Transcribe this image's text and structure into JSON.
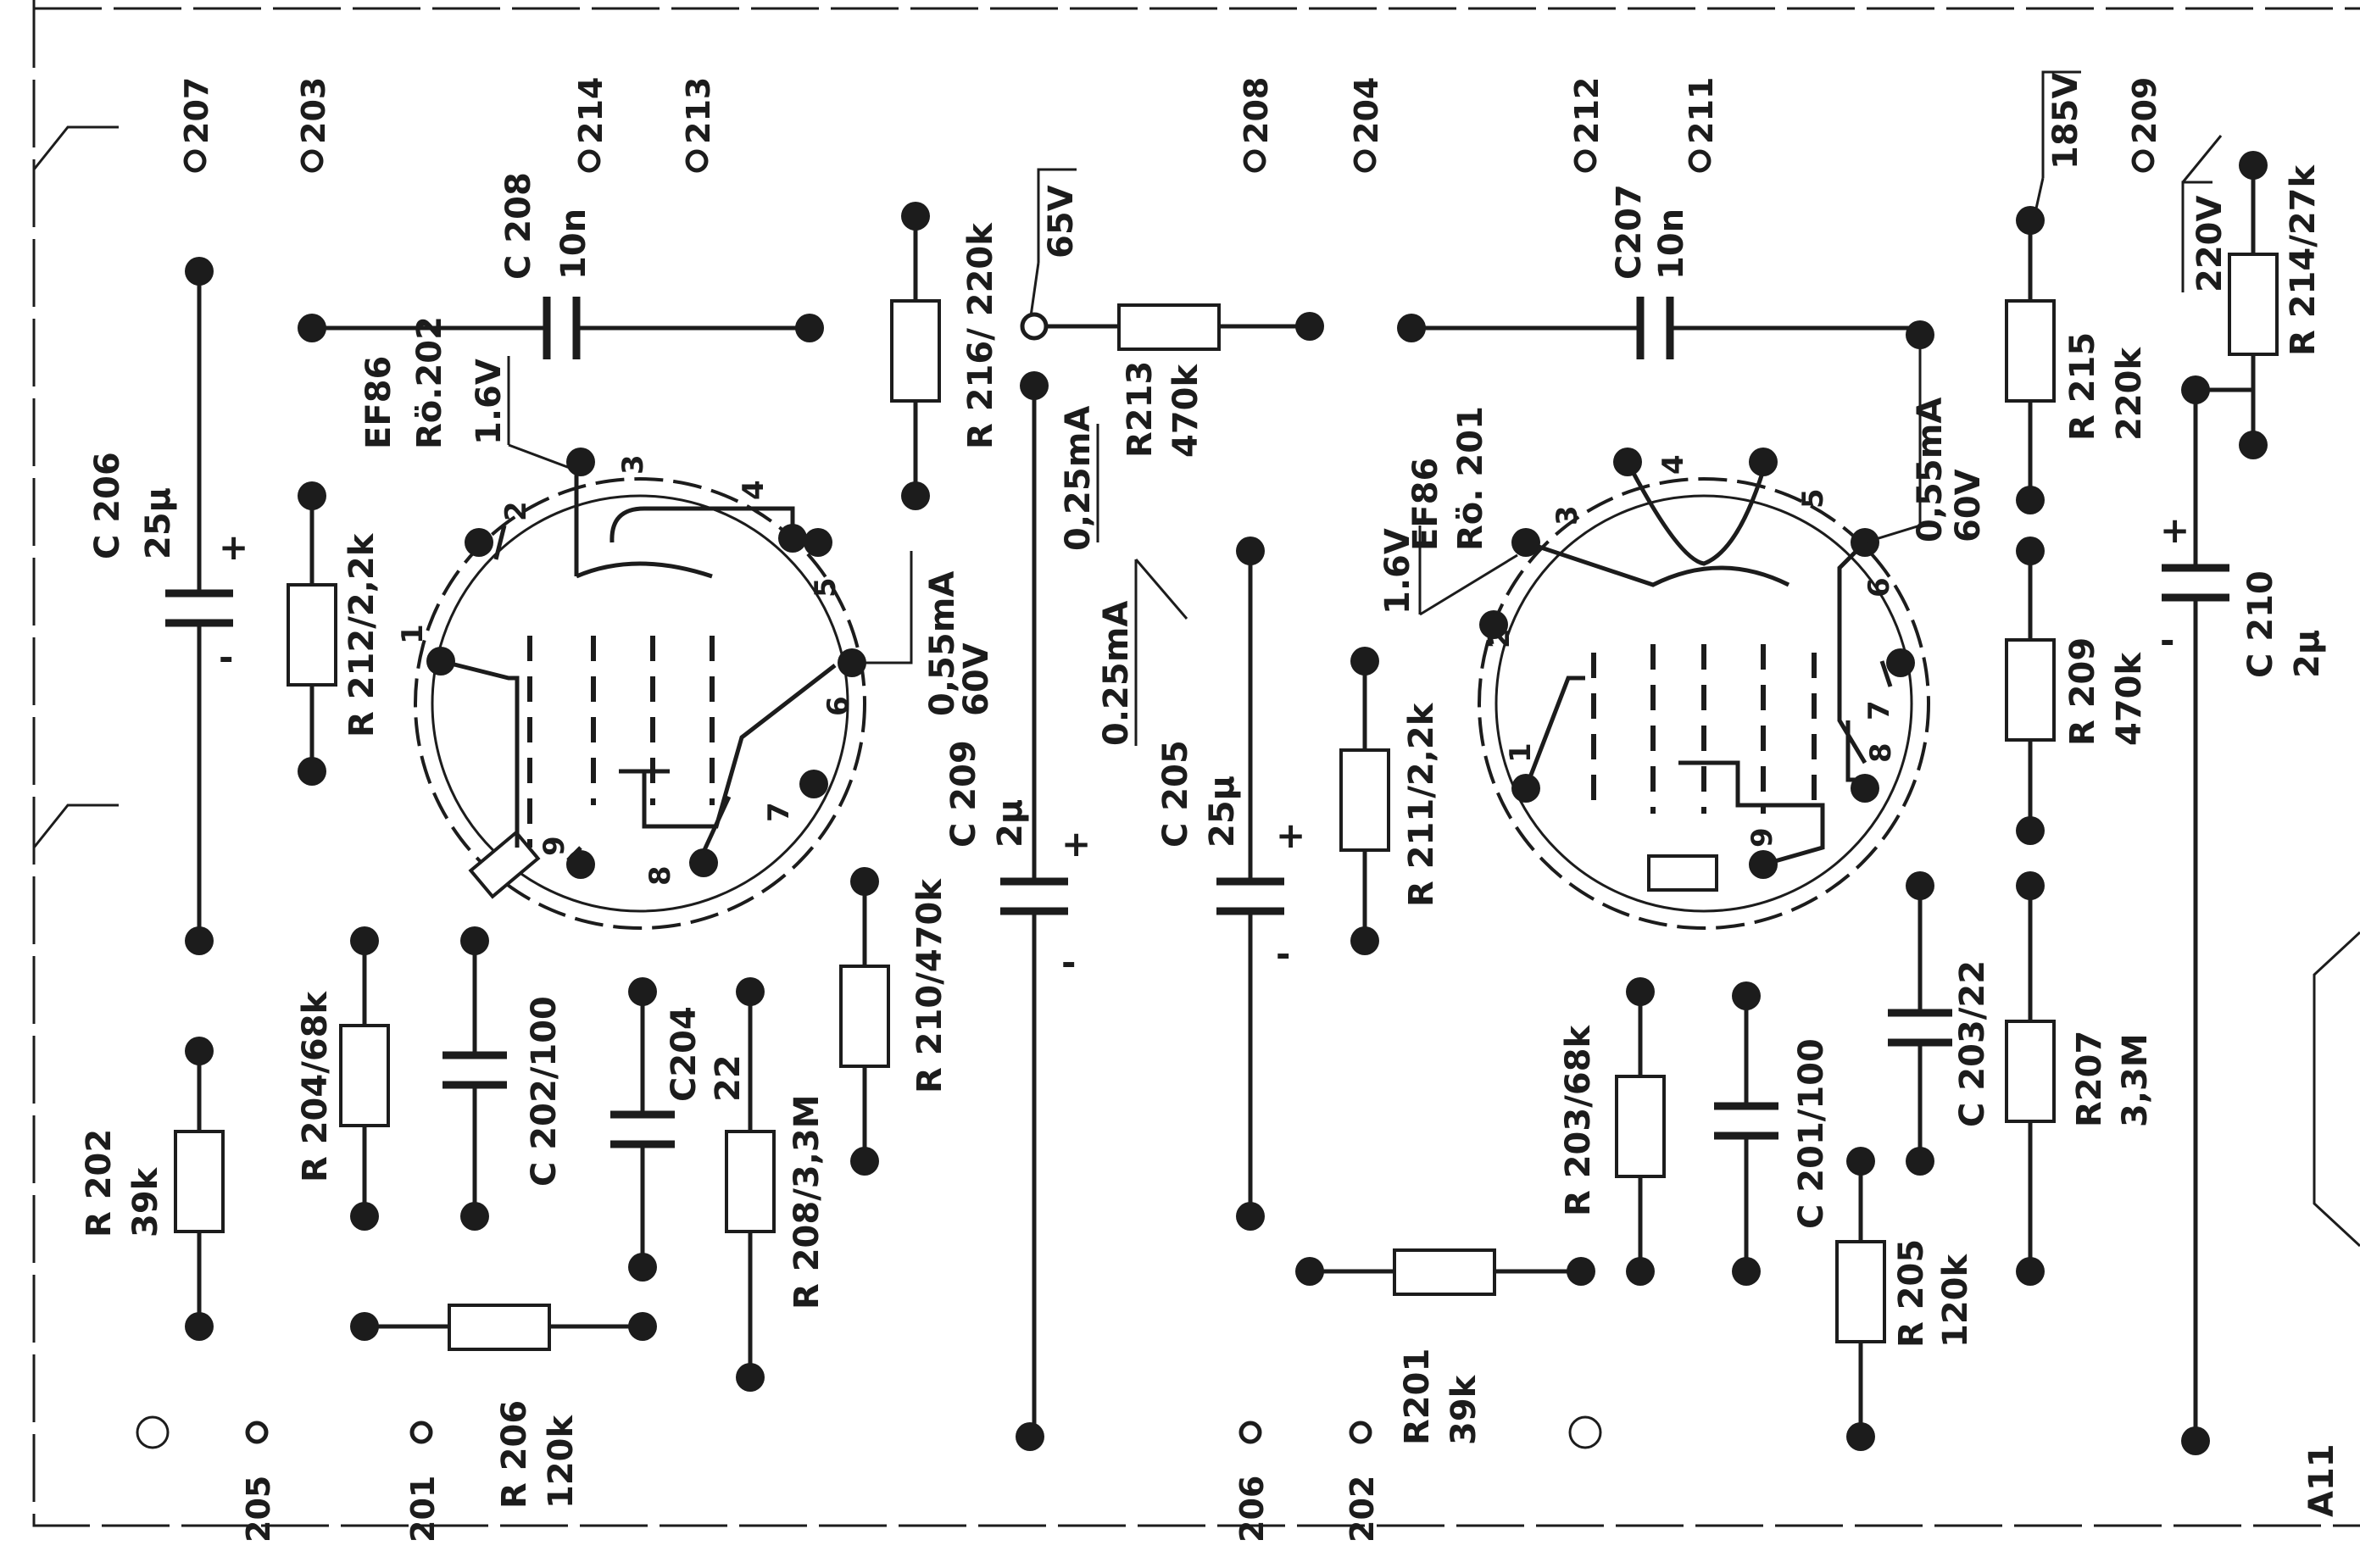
{
  "board": {
    "id": "A11"
  },
  "test_points": {
    "tp207": "207",
    "tp203": "203",
    "tp214": "214",
    "tp213": "213",
    "tp208": "208",
    "tp204": "204",
    "tp212": "212",
    "tp211": "211",
    "tp209": "209",
    "tp205": "205",
    "tp201": "201",
    "tp206": "206",
    "tp202": "202"
  },
  "tube_left": {
    "type": "EF86",
    "ref": "Rö.202"
  },
  "tube_right": {
    "type": "EF86",
    "ref": "Rö. 201"
  },
  "tube_left_pins": [
    "1",
    "2",
    "3",
    "4",
    "5",
    "6",
    "7",
    "8",
    "9"
  ],
  "tube_right_pins": [
    "1",
    "2",
    "3",
    "4",
    "5",
    "6",
    "7",
    "8",
    "9"
  ],
  "components": {
    "c206_name": "C 206",
    "c206_value": "25µ",
    "c208_name": "C 208",
    "c208_value": "10n",
    "c207_name": "C207",
    "c207_value": "10n",
    "c209_name": "C 209",
    "c209_value": "2µ",
    "c205_name": "C 205",
    "c205_value": "25µ",
    "c210_name": "C 210",
    "c210_value": "2µ",
    "c204_name": "C204",
    "c204_value": "22",
    "c202": "C 202/100",
    "c201": "C 201/100",
    "c203": "C 203/22",
    "r212": "R 212/2,2k",
    "r216": "R 216/ 220k",
    "r213_name": "R213",
    "r213_value": "470k",
    "r215_name": "R 215",
    "r215_value": "220k",
    "r214": "R 214/27k",
    "r209_name": "R 209",
    "r209_value": "470k",
    "r211": "R 211/2,2k",
    "r204": "R 204/68k",
    "r208": "R 208/3,3M",
    "r210": "R 210/470k",
    "r202_name": "R 202",
    "r202_value": "39k",
    "r206_name": "R 206",
    "r206_value": "120k",
    "r201_name": "R201",
    "r201_value": "39k",
    "r203": "R 203/68k",
    "r205_name": "R 205",
    "r205_value": "120k",
    "r207_name": "R207",
    "r207_value": "3,3M"
  },
  "voltages": {
    "v_1_6_left": "1.6V",
    "v_1_6_right": "1.6V",
    "v_65": "65V",
    "i_025_a": "0,25mA",
    "i_025_b": "0.25mA",
    "left_anode_current": "0,55mA",
    "left_anode_voltage": "60V",
    "right_anode_current": "0,55mA",
    "right_anode_voltage": "60V",
    "v_185": "185V",
    "v_220": "220V"
  },
  "polarity": {
    "plus": "+",
    "minus": "-"
  }
}
